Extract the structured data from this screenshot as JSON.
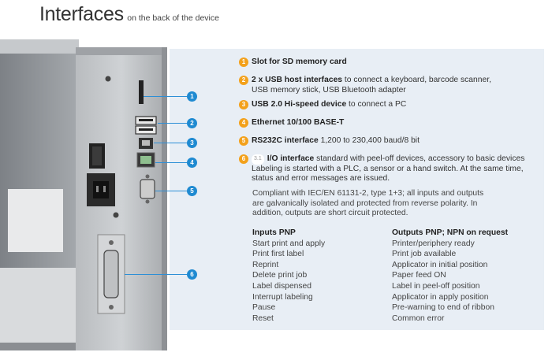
{
  "header": {
    "title": "Interfaces",
    "subtitle": "on the back of the device"
  },
  "markers": [
    "1",
    "2",
    "3",
    "4",
    "5",
    "6"
  ],
  "features": [
    {
      "num": "1",
      "bold": "Slot for SD memory card",
      "text": ""
    },
    {
      "num": "2",
      "bold": "2 x USB host interfaces",
      "text": " to connect a keyboard, barcode scanner, USB memory stick, USB Bluetooth adapter"
    },
    {
      "num": "3",
      "bold": "USB 2.0 Hi-speed device",
      "text": " to connect a PC"
    },
    {
      "num": "4",
      "bold": "Ethernet 10/100 BASE-T",
      "text": ""
    },
    {
      "num": "5",
      "bold": "RS232C interface",
      "text": " 1,200 to 230,400 baud/8 bit"
    },
    {
      "num": "6",
      "sub": "3.1",
      "bold": "I/O interface",
      "text": " standard with peel-off devices, accessory to basic devices Labeling is started with a PLC, a sensor or a hand switch. At the same time, status and error messages are issued."
    }
  ],
  "compliance": "Compliant with IEC/EN 61131-2, type 1+3; all inputs and outputs are galvanically isolated and protected from reverse polarity. In addition, outputs are short circuit protected.",
  "inputs": {
    "heading": "Inputs PNP",
    "items": [
      "Start print and apply",
      "Print first label",
      "Reprint",
      "Delete print job",
      "Label dispensed",
      "Interrupt labeling",
      "Pause",
      "Reset"
    ]
  },
  "outputs": {
    "heading": "Outputs PNP; NPN on request",
    "items": [
      "Printer/periphery ready",
      "Print job available",
      "Applicator in initial position",
      "Paper feed ON",
      "Label in peel-off position",
      "Applicator in apply position",
      "Pre-warning to end of ribbon",
      "Common error"
    ]
  },
  "colors": {
    "marker": "#1f8ad1",
    "number": "#f3a11b",
    "panel": "#e8eef5"
  }
}
